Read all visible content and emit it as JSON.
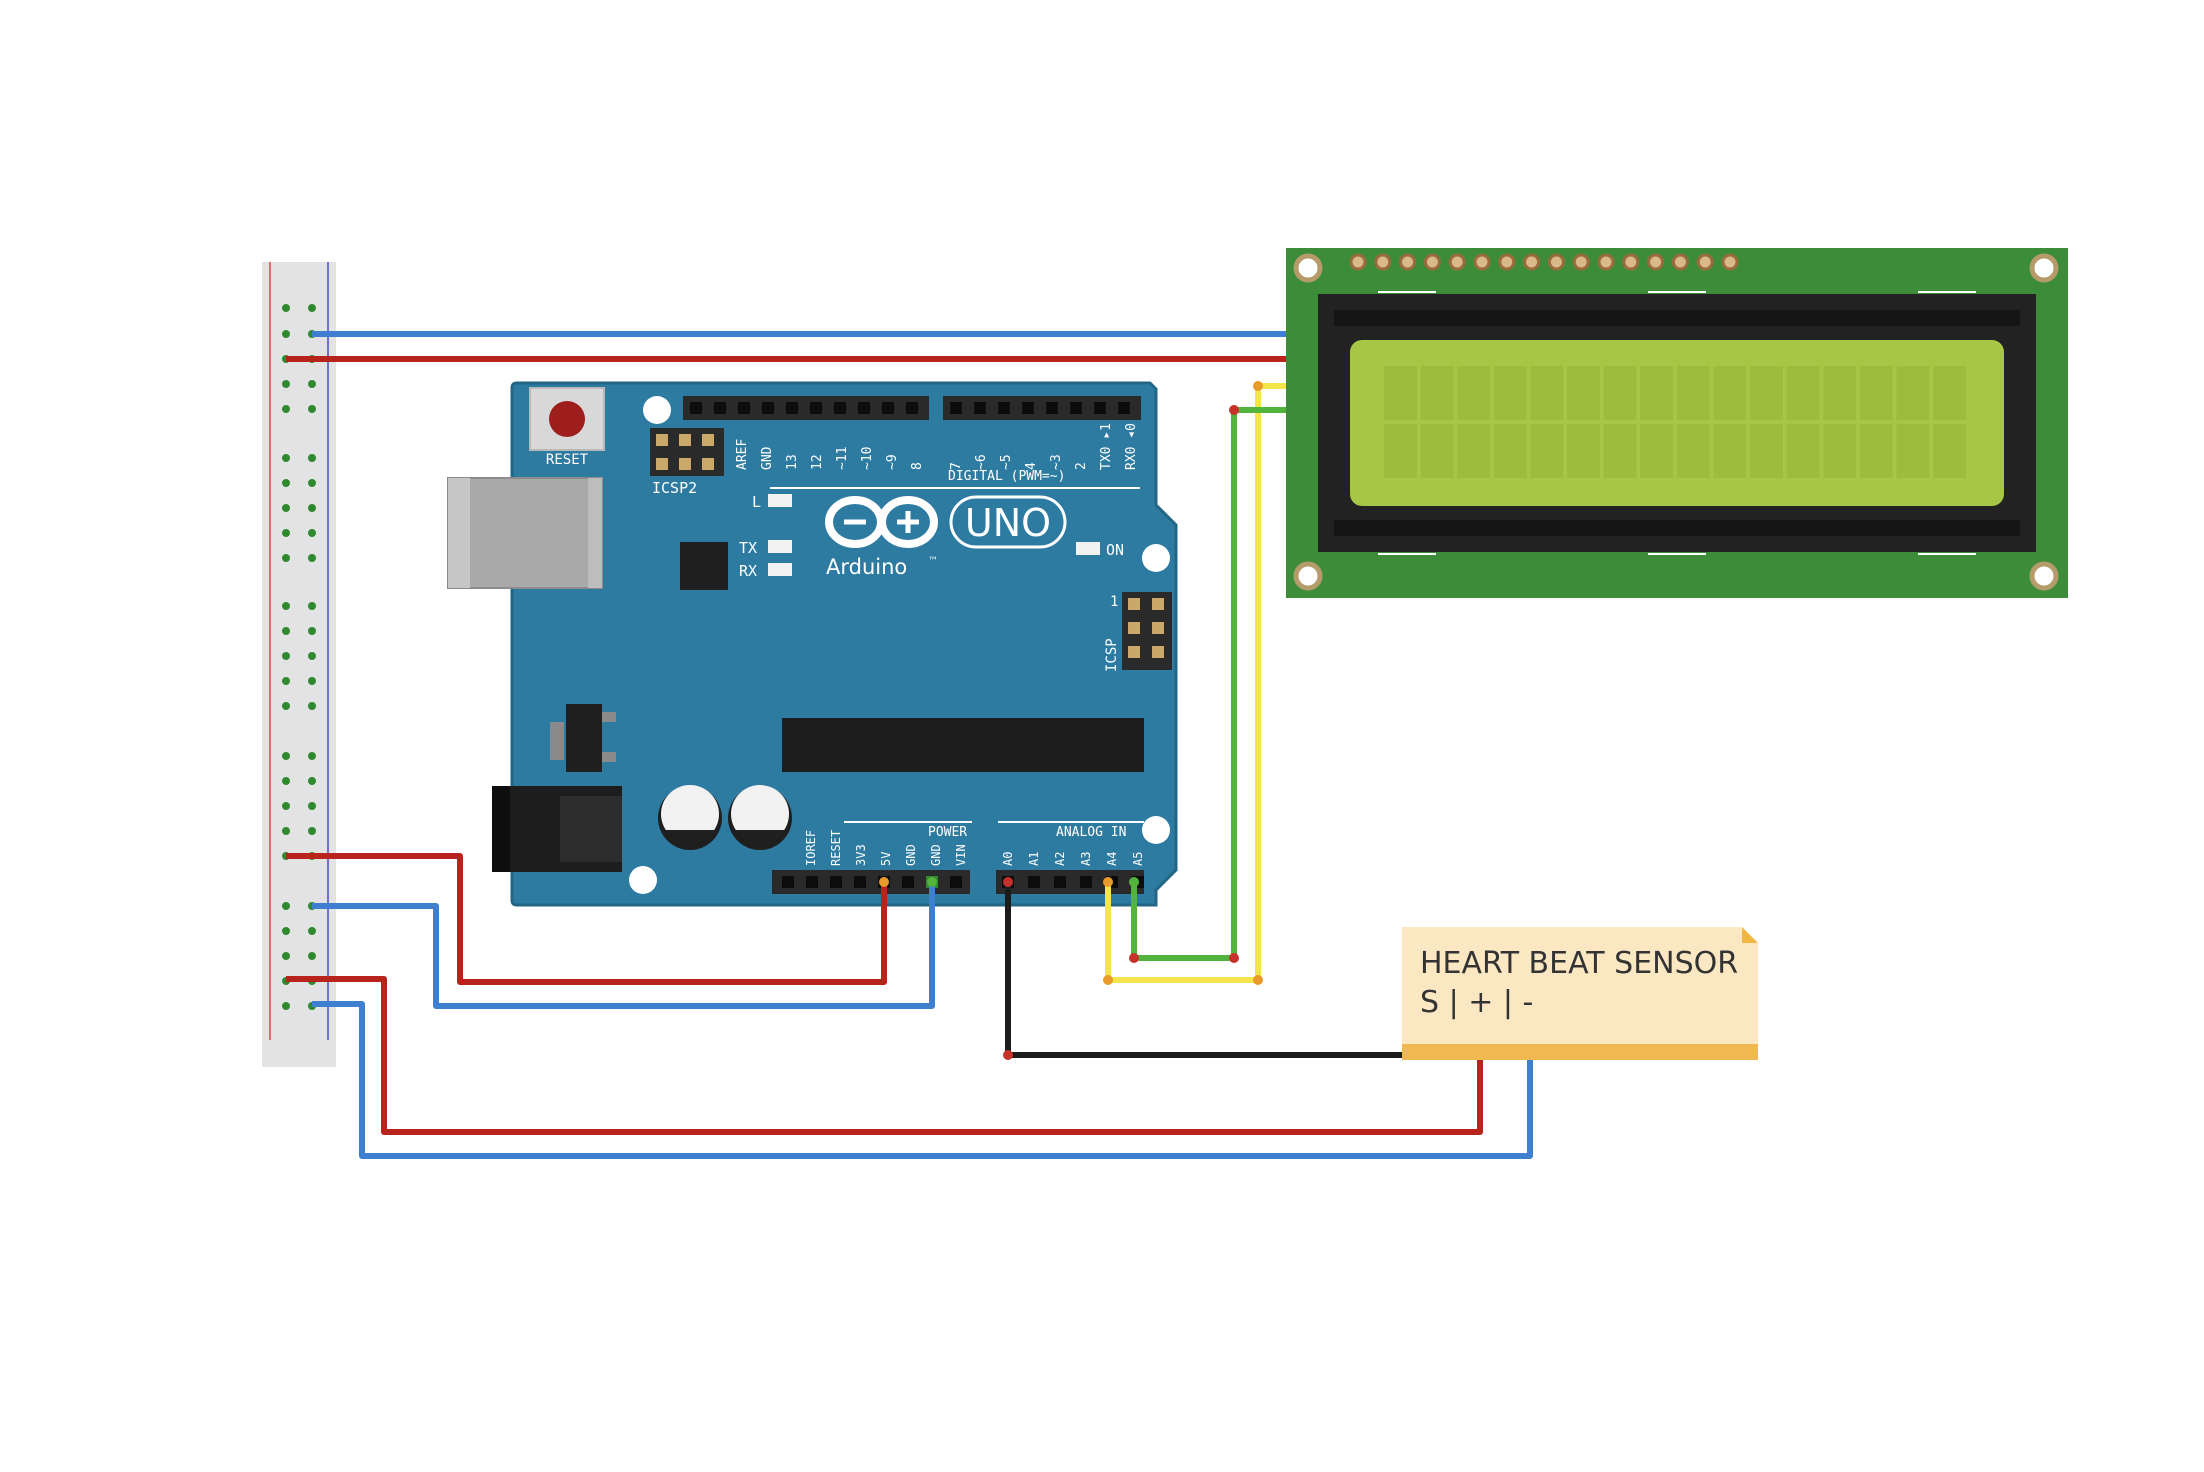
{
  "board": {
    "reset_label": "RESET",
    "icsp2_label": "ICSP2",
    "icsp_label": "ICSP",
    "icsp_pin1": "1",
    "l_label": "L",
    "tx_label": "TX",
    "rx_label": "RX",
    "on_label": "ON",
    "uno_label": "UNO",
    "brand_label": "Arduino",
    "tm": "™",
    "digital_label": "DIGITAL (PWM=~)",
    "power_label": "POWER",
    "analog_label": "ANALOG IN",
    "digital_pins": [
      "AREF",
      "GND",
      "13",
      "12",
      "~11",
      "~10",
      "~9",
      "8",
      "7",
      "~6",
      "~5",
      "4",
      "~3",
      "2",
      "TX0 ▸1",
      "RX0 ◂0"
    ],
    "power_pins": [
      "IOREF",
      "RESET",
      "3V3",
      "5V",
      "GND",
      "GND",
      "VIN"
    ],
    "analog_pins": [
      "A0",
      "A1",
      "A2",
      "A3",
      "A4",
      "A5"
    ]
  },
  "sensor": {
    "title": "HEART BEAT SENSOR",
    "pins": "S | + | -"
  },
  "colors": {
    "wire_red": "#b8231c",
    "wire_blue": "#3f7fd0",
    "wire_black": "#1c1c1c",
    "wire_green": "#52b43c",
    "wire_yellow": "#f3e54a",
    "board_blue": "#2e7ba2",
    "lcd_pcb": "#3c8c3a",
    "lcd_screen": "#a6c746",
    "note_bg": "#fbe7c2"
  }
}
